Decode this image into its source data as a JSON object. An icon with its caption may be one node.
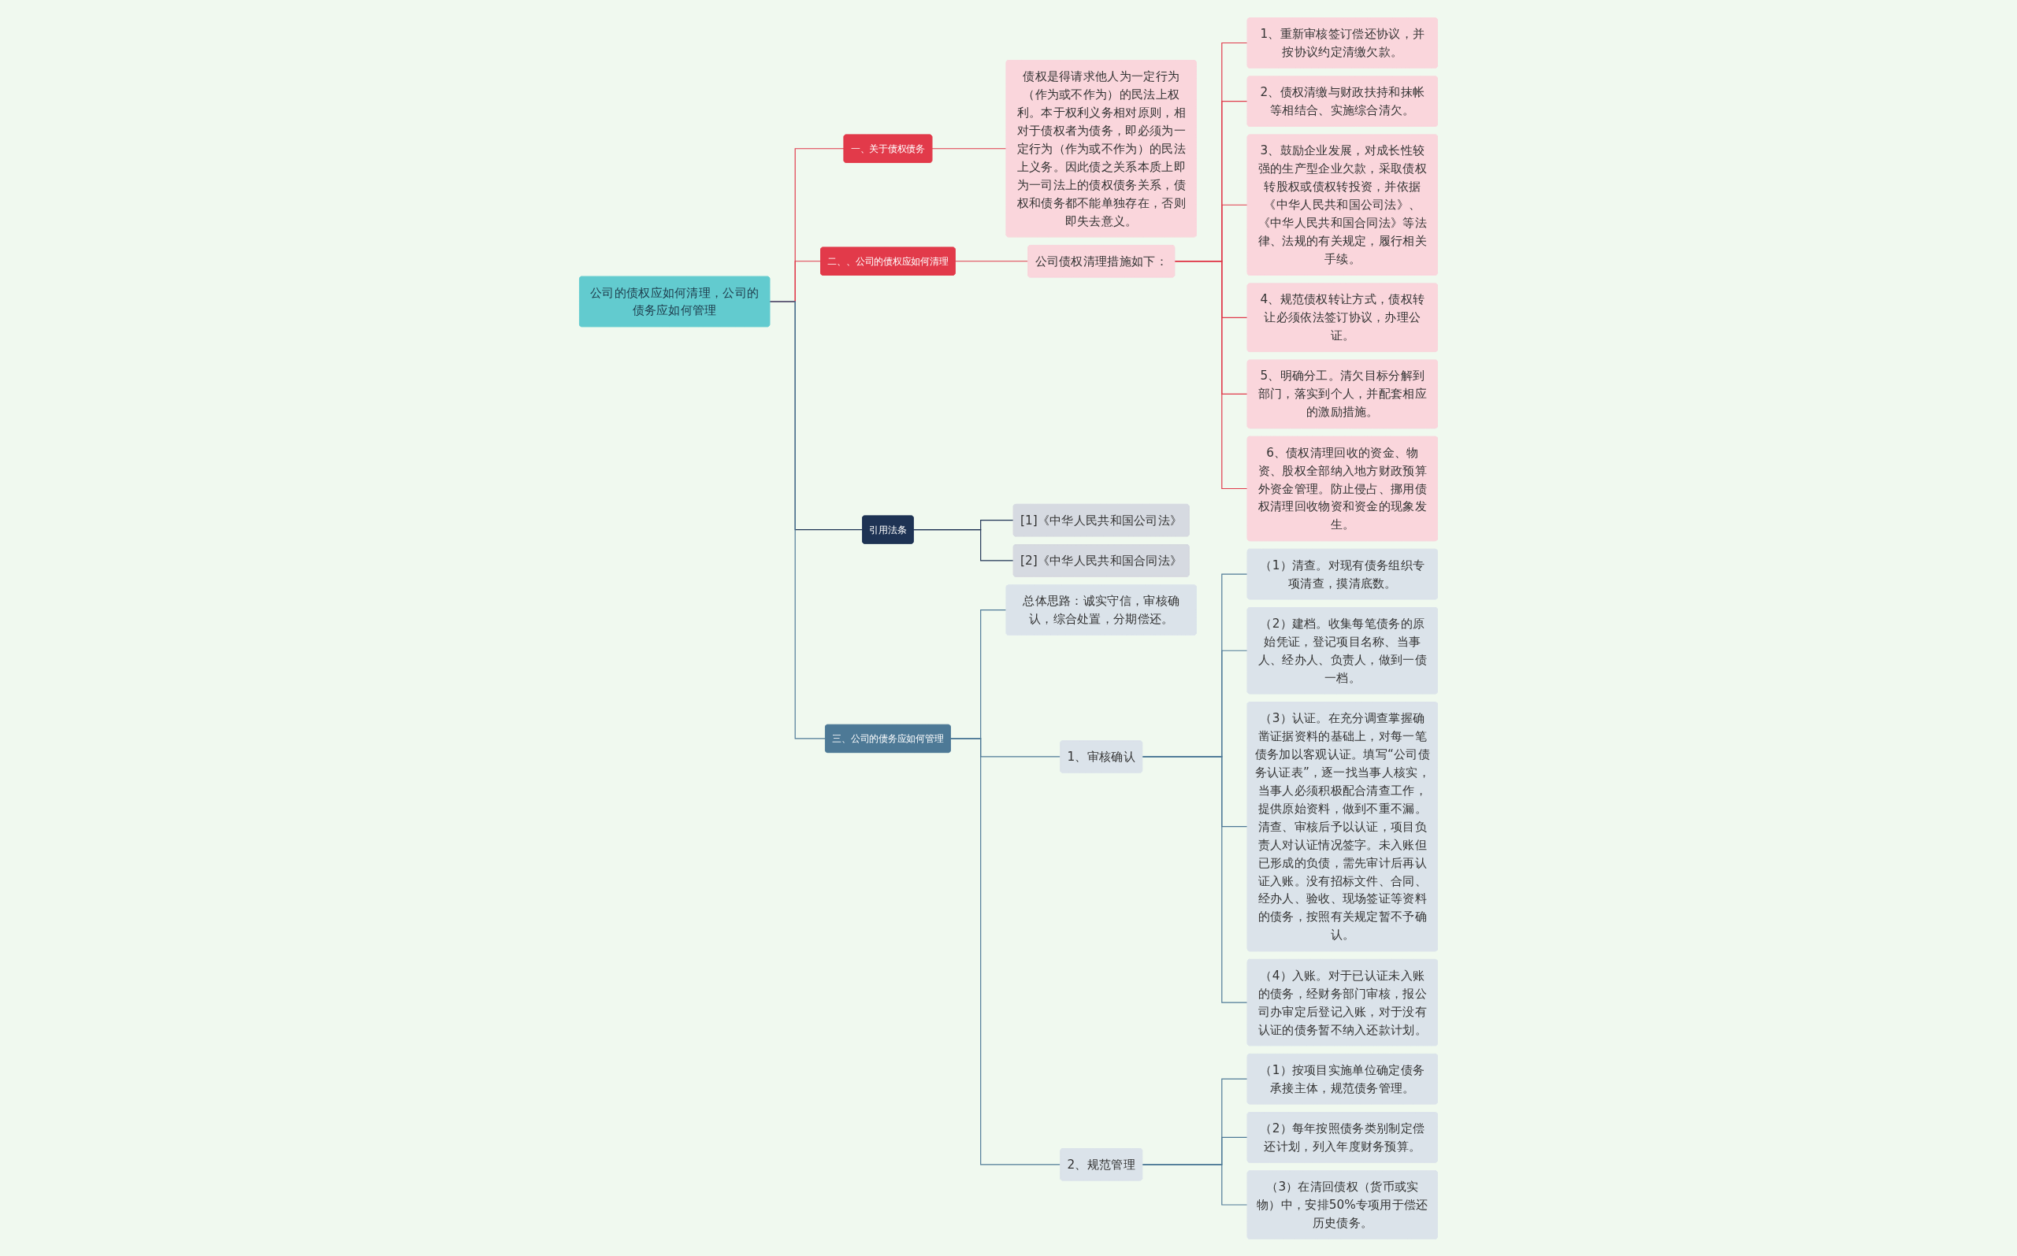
{
  "diagram": {
    "nodes": [
      {
        "text": [
          "公司的债权应如何清理，公司的债务应如何管理"
        ]
      },
      {
        "text": [
          "一、关于债权债务"
        ]
      },
      {
        "text": [
          "债权是得请求他人为一定行为（作为或不作为）的民法上权利。本于权利义务相对原则，相对于债权者为债务，即必须为一定行为（作为或不作为）的民法上义务。因此债之关系本质上即为一司法上的债权债务关系，债权和债务都不能单独存在，否则即失去意义。"
        ]
      },
      {
        "text": [
          "二、、公司的债权应如何清理"
        ]
      },
      {
        "text": [
          "公司债权清理措施如下："
        ]
      },
      {
        "text": [
          "1、重新审核签订偿还协议，并按协议约定清缴欠款。"
        ]
      },
      {
        "text": [
          "2、债权清缴与财政扶持和抹帐等相结合、实施综合清欠。"
        ]
      },
      {
        "text": [
          "3、鼓励企业发展，对成长性较强的生产型企业欠款，采取债权转股权或债权转投资，并依据《中华人民共和国公司法》、《中华人民共和国合同法》等法律、法规的有关规定，履行相关手续。"
        ]
      },
      {
        "text": [
          "4、规范债权转让方式，债权转让必须依法签订协议，办理公证。"
        ]
      },
      {
        "text": [
          "5、明确分工。清欠目标分解到部门，落实到个人，并配套相应的激励措施。"
        ]
      },
      {
        "text": [
          "6、债权清理回收的资金、物资、股权全部纳入地方财政预算外资金管理。防止侵占、挪用债权清理回收物资和资金的现象发生。"
        ]
      },
      {
        "text": [
          "引用法条"
        ]
      },
      {
        "text": [
          "[1]《中华人民共和国公司法》"
        ]
      },
      {
        "text": [
          "[2]《中华人民共和国合同法》"
        ]
      },
      {
        "text": [
          "三、公司的债务应如何管理"
        ]
      },
      {
        "text": [
          "总体思路：诚实守信，审核确认，综合处置，分期偿还。"
        ]
      },
      {
        "text": [
          "1、审核确认"
        ]
      },
      {
        "text": [
          "（1）清查。对现有债务组织专项清查，摸清底数。"
        ]
      },
      {
        "text": [
          "（2）建档。收集每笔债务的原始凭证，登记项目名称、当事人、经办人、负责人，做到一债一档。"
        ]
      },
      {
        "text": [
          "（3）认证。在充分调查掌握确凿证据资料的基础上，对每一笔债务加以客观认证。填写“公司债务认证表”，逐一找当事人核实，当事人必须积极配合清查工作，提供原始资料，做到不重不漏。清查、审核后予以认证，项目负责人对认证情况签字。未入账但已形成的负债，需先审计后再认证入账。没有招标文件、合同、经办人、验收、现场签证等资料的债务，按照有关规定暂不予确认。"
        ]
      },
      {
        "text": [
          "（4）入账。对于已认证未入账的债务，经财务部门审核，报公司办审定后登记入账，对于没有认证的债务暂不纳入还款计划。"
        ]
      },
      {
        "text": [
          "2、规范管理"
        ]
      },
      {
        "text": [
          "（1）按项目实施单位确定债务承接主体，规范债务管理。"
        ]
      },
      {
        "text": [
          "（2）每年按照债务类别制定偿还计划，列入年度财务预算。"
        ]
      },
      {
        "text": [
          "（3）在清回债权（货币或实物）中，安排50%专项用于偿还历史债务。"
        ]
      }
    ],
    "edges": [
      {
        "from": 0,
        "to": 1,
        "arrow": "none",
        "color": "#e0394a"
      },
      {
        "from": 1,
        "to": 2,
        "arrow": "none",
        "color": "#e0394a"
      },
      {
        "from": 0,
        "to": 3,
        "arrow": "none",
        "color": "#e0394a"
      },
      {
        "from": 3,
        "to": 4,
        "arrow": "none",
        "color": "#e0394a"
      },
      {
        "from": 4,
        "to": 5,
        "arrow": "none",
        "color": "#e0394a"
      },
      {
        "from": 4,
        "to": 6,
        "arrow": "none",
        "color": "#e0394a"
      },
      {
        "from": 4,
        "to": 7,
        "arrow": "none",
        "color": "#e0394a"
      },
      {
        "from": 4,
        "to": 8,
        "arrow": "none",
        "color": "#e0394a"
      },
      {
        "from": 4,
        "to": 9,
        "arrow": "none",
        "color": "#e0394a"
      },
      {
        "from": 4,
        "to": 10,
        "arrow": "none",
        "color": "#e0394a"
      },
      {
        "from": 0,
        "to": 11,
        "arrow": "none",
        "color": "#1e3354"
      },
      {
        "from": 11,
        "to": 12,
        "arrow": "none",
        "color": "#1e3354"
      },
      {
        "from": 11,
        "to": 13,
        "arrow": "none",
        "color": "#1e3354"
      },
      {
        "from": 0,
        "to": 14,
        "arrow": "none"
      },
      {
        "from": 14,
        "to": 15,
        "arrow": "none"
      },
      {
        "from": 14,
        "to": 16,
        "arrow": "none"
      },
      {
        "from": 16,
        "to": 17,
        "arrow": "none"
      },
      {
        "from": 16,
        "to": 18,
        "arrow": "none"
      },
      {
        "from": 16,
        "to": 19,
        "arrow": "none"
      },
      {
        "from": 16,
        "to": 20,
        "arrow": "none"
      },
      {
        "from": 14,
        "to": 21,
        "arrow": "none"
      },
      {
        "from": 21,
        "to": 22,
        "arrow": "none"
      },
      {
        "from": 21,
        "to": 23,
        "arrow": "none"
      },
      {
        "from": 21,
        "to": 24,
        "arrow": "none"
      }
    ]
  }
}
